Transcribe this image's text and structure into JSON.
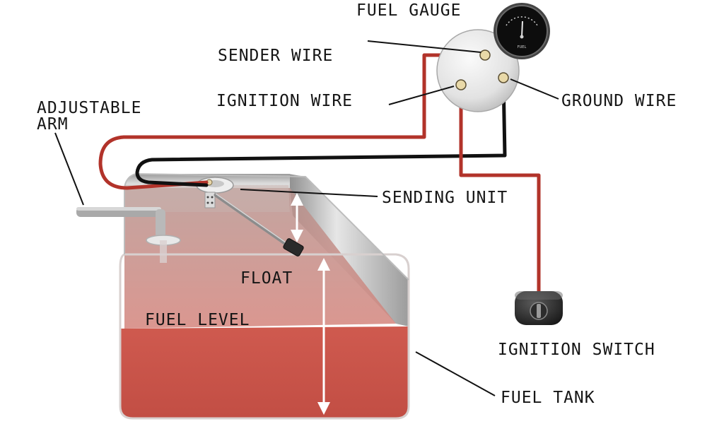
{
  "labels": {
    "fuel_gauge": "FUEL GAUGE",
    "sender_wire": "SENDER WIRE",
    "ignition_wire": "IGNITION WIRE",
    "ground_wire": "GROUND WIRE",
    "adjustable_arm_line1": "ADJUSTABLE",
    "adjustable_arm_line2": "ARM",
    "sending_unit": "SENDING UNIT",
    "float": "FLOAT",
    "fuel_level": "FUEL LEVEL",
    "ignition_switch": "IGNITION SWITCH",
    "fuel_tank": "FUEL TANK"
  },
  "gauge_face": {
    "caption": "FUEL"
  },
  "colors": {
    "sender_wire": "#b2332a",
    "ignition_wire": "#b2332a",
    "ground_wire": "#111111",
    "fuel": "#c9544a",
    "tank_shell": "#d7d7d7",
    "arrow": "#ffffff"
  }
}
